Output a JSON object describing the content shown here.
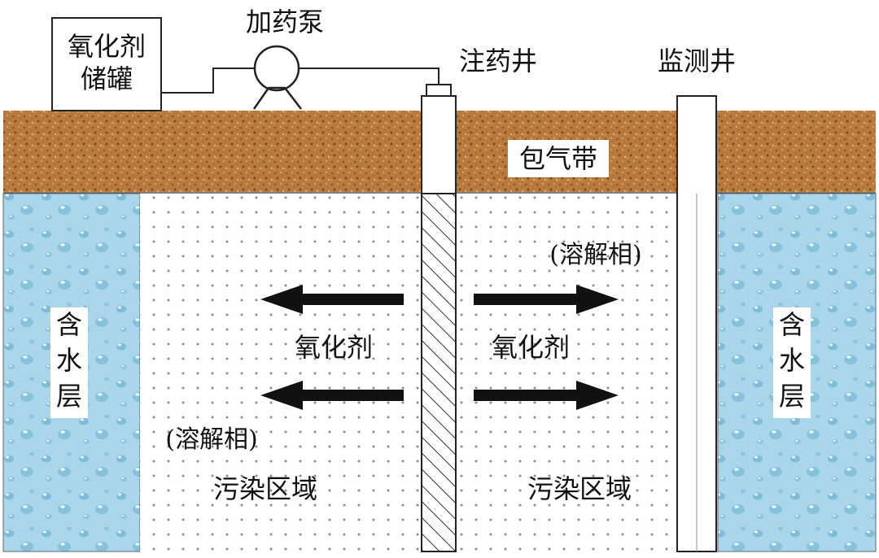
{
  "labels": {
    "oxidant_tank_line1": "氧化剂",
    "oxidant_tank_line2": "储罐",
    "dosing_pump": "加药泵",
    "injection_well": "注药井",
    "monitoring_well": "监测井",
    "vadose_zone": "包气带",
    "aquifer_left": [
      "含",
      "水",
      "层"
    ],
    "aquifer_right": [
      "含",
      "水",
      "层"
    ],
    "dissolved_phase_right": "(溶解相)",
    "dissolved_phase_left": "(溶解相)",
    "oxidant_left": "氧化剂",
    "oxidant_right": "氧化剂",
    "contaminated_zone_left": "污染区域",
    "contaminated_zone_right": "污染区域"
  },
  "colors": {
    "soil": "#b97a3d",
    "water": "#a9d6ea",
    "dot": "#8a8a8a",
    "line": "#222222",
    "arrow": "#111111"
  }
}
